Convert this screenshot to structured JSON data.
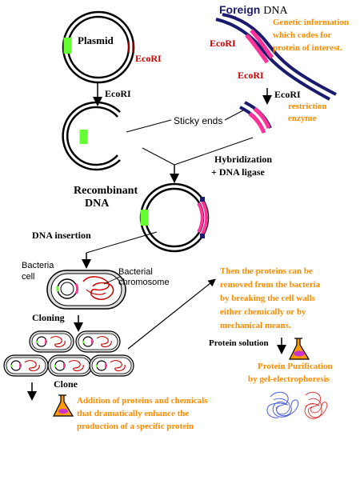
{
  "colors": {
    "black": "#000000",
    "red": "#cc0000",
    "orange": "#ff8c00",
    "navy": "#1a1a6e",
    "magenta": "#ff3399",
    "green": "#66ff33",
    "flask_orange": "#ff9900",
    "flask_purple": "#cc33cc",
    "protein_blue": "#4a5fd6",
    "protein_red": "#e03a3a"
  },
  "labels": {
    "plasmid": "Plasmid",
    "ecori_plasmid": "EcoRI",
    "foreign_title_1": "Foreign",
    "foreign_title_2": "DNA",
    "genetic_info": [
      "Genetic information",
      "which codes for",
      "protein of interest."
    ],
    "ecori_foreign_1": "EcoRI",
    "ecori_foreign_2": "EcoRI",
    "ecori_cut_1": "EcoRI",
    "ecori_cut_2": "EcoRI",
    "restriction_enzyme": [
      "restriction",
      "enzyme"
    ],
    "sticky_ends": "Sticky ends",
    "hybridization": [
      "Hybridization",
      "+ DNA ligase"
    ],
    "recombinant": [
      "Recombinant",
      "DNA"
    ],
    "dna_insertion": "DNA insertion",
    "bacteria_cell": [
      "Bacteria",
      "cell"
    ],
    "bacterial_chromosome": [
      "Bacterial",
      "chromosome"
    ],
    "cloning": "Cloning",
    "clone": "Clone",
    "then_proteins": [
      "Then the proteins can be",
      "removed from the bacteria",
      "by breaking the cell walls",
      "either chemically or by",
      "mechanical means."
    ],
    "protein_solution": "Protein solution",
    "protein_purification": [
      "Protein Purification",
      "by gel-electrophoresis"
    ],
    "addition": [
      "Addition of proteins and chemicals",
      "that dramatically enhance the",
      "production of a specific protein"
    ]
  }
}
